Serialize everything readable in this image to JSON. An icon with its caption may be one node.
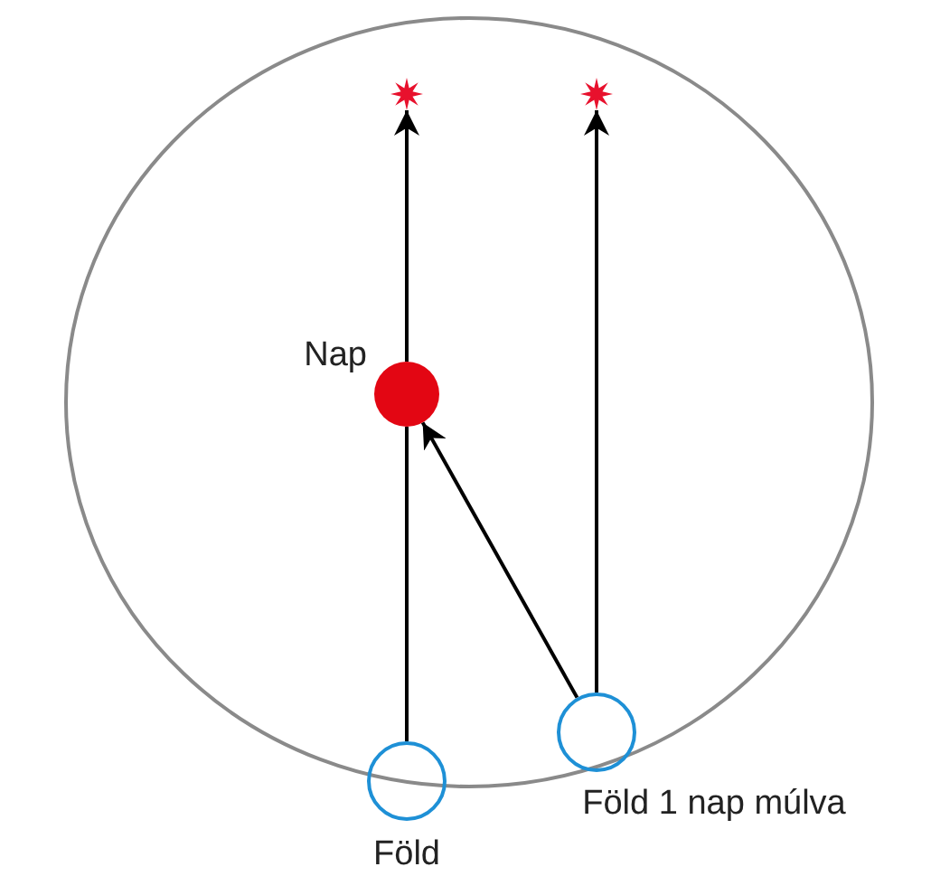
{
  "diagram": {
    "nodes": [
      {
        "text": [],
        "shape": "star"
      },
      {
        "text": [],
        "shape": "star"
      },
      {
        "text": [
          "Nap"
        ]
      },
      {
        "text": [
          "Föld 1 nap múlva"
        ]
      },
      {
        "text": [
          "Föld"
        ]
      }
    ],
    "edges": [
      {
        "from": 4,
        "to": 2,
        "arrow": "none"
      },
      {
        "from": 2,
        "to": 0,
        "arrow": "to"
      },
      {
        "from": 3,
        "to": 1,
        "arrow": "to"
      },
      {
        "from": 3,
        "to": 2,
        "arrow": "to"
      }
    ]
  }
}
